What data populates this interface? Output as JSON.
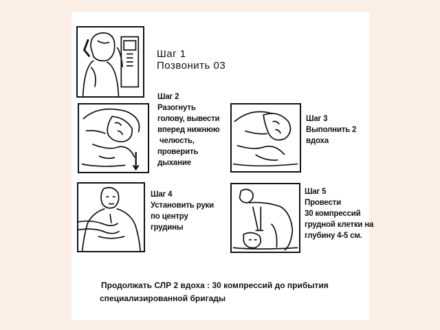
{
  "steps": [
    {
      "id": "step1",
      "title": "Шаг 1",
      "lines": [
        "Позвонить 03"
      ],
      "icon": "phone-call-illustration"
    },
    {
      "id": "step2",
      "title": "Шаг 2",
      "lines": [
        "Разогнуть",
        "голову, вывести",
        "вперед нижнюю",
        "челюсть,",
        "проверить",
        "дыхание"
      ],
      "icon": "head-tilt-illustration"
    },
    {
      "id": "step3",
      "title": "Шаг 3",
      "lines": [
        "Выполнить 2",
        "вдоха"
      ],
      "icon": "rescue-breath-illustration"
    },
    {
      "id": "step4",
      "title": "Шаг 4",
      "lines": [
        "Установить руки",
        "по центру",
        "грудины"
      ],
      "icon": "hand-position-illustration"
    },
    {
      "id": "step5",
      "title": "Шаг 5",
      "lines": [
        "Провести",
        "30 компрессий",
        "грудной клетки на",
        "глубину 4-5 см."
      ],
      "icon": "chest-compression-illustration"
    }
  ],
  "footer": {
    "line1": "Продолжать СЛР 2 вдоха : 30 компрессий до прибытия",
    "line2": "специализированной бригады"
  },
  "colors": {
    "background": "#fbeee4",
    "sheet": "#ffffff",
    "ink": "#111111"
  }
}
